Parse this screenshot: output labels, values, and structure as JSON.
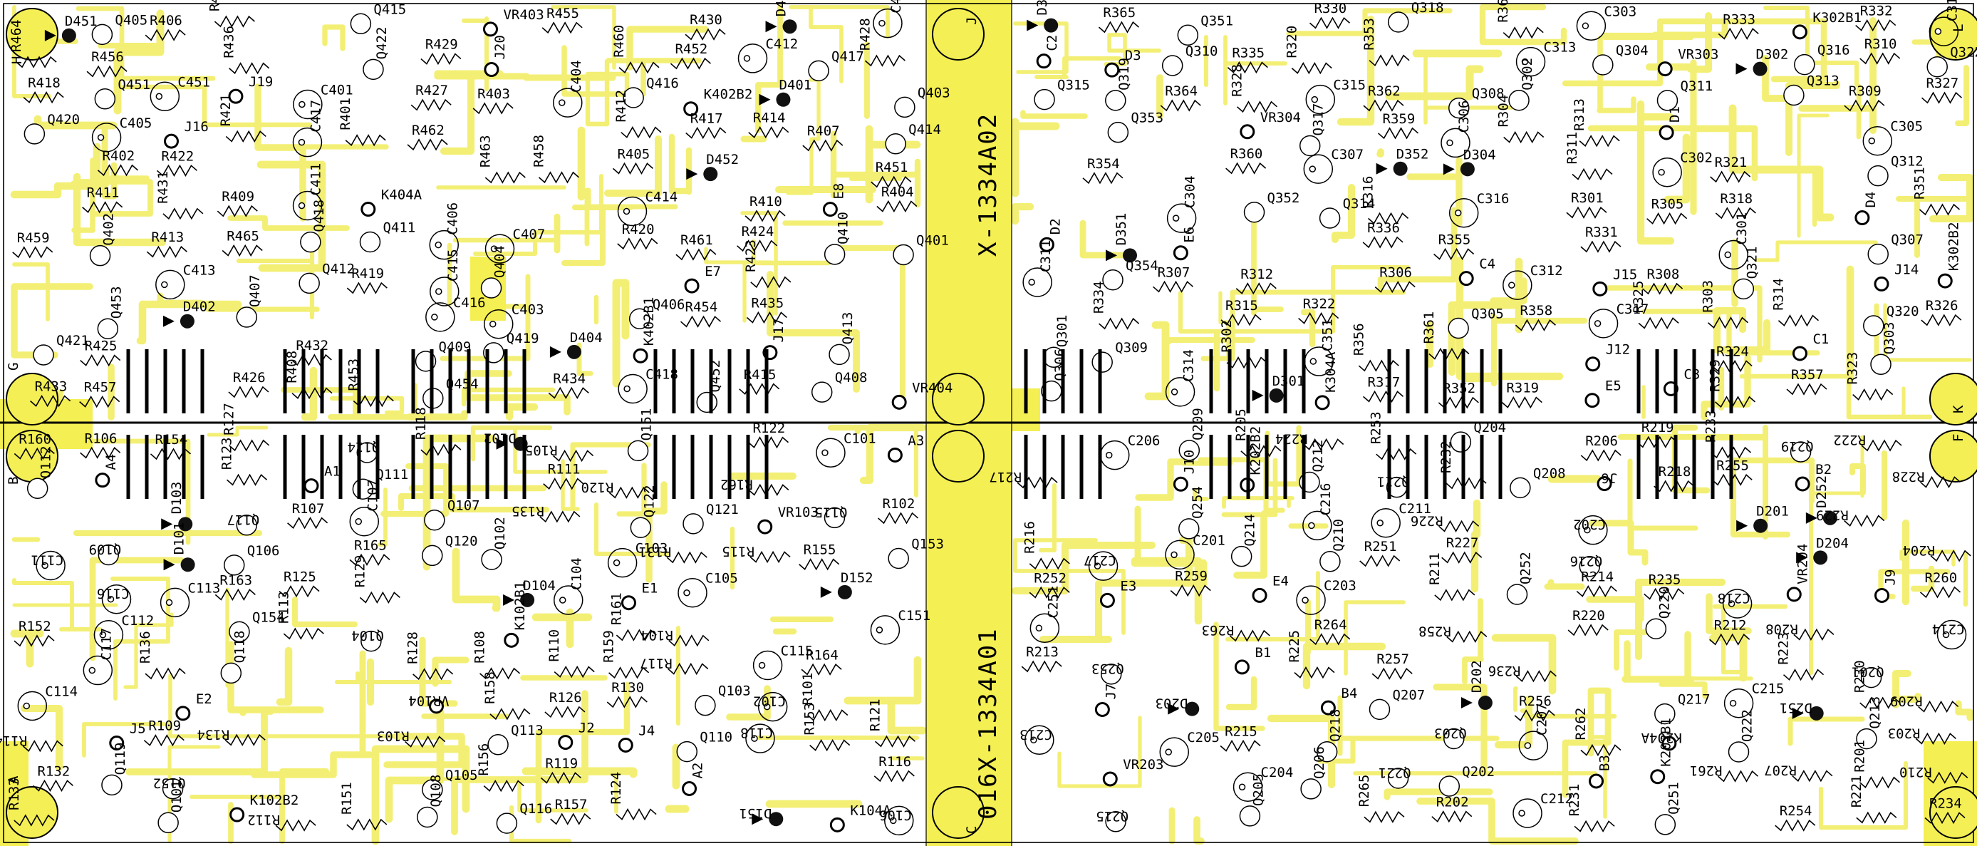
{
  "board": {
    "id_top": "X-1334A02",
    "id_bottom": "016X-1334A01",
    "colors": {
      "background": "#ffffff",
      "copper": "#f3ef74",
      "copper_fill": "#f4ef52",
      "silk": "#000000"
    }
  },
  "corner_letters": [
    "H",
    "G",
    "B",
    "A",
    "J",
    "K",
    "F",
    "C",
    "L"
  ],
  "parts": {
    "q4": [
      "Q402",
      "Q406",
      "Q404",
      "Q408",
      "Q410",
      "Q412",
      "Q414",
      "Q416",
      "Q418",
      "Q420",
      "Q422",
      "Q401",
      "Q403",
      "Q405",
      "Q407",
      "Q409",
      "Q411",
      "Q413",
      "Q415",
      "Q417",
      "Q419",
      "Q421",
      "Q451",
      "Q452",
      "Q453",
      "Q454"
    ],
    "r4": [
      "R401",
      "R402",
      "R403",
      "R404",
      "R405",
      "R406",
      "R407",
      "R408",
      "R409",
      "R410",
      "R411",
      "R412",
      "R413",
      "R414",
      "R415",
      "R416",
      "R417",
      "R418",
      "R419",
      "R420",
      "R421",
      "R422",
      "R423",
      "R424",
      "R425",
      "R426",
      "R427",
      "R428",
      "R429",
      "R430",
      "R431",
      "R432",
      "R433",
      "R434",
      "R435",
      "R436",
      "R451",
      "R452",
      "R453",
      "R454",
      "R455",
      "R456",
      "R457",
      "R458",
      "R459",
      "R460",
      "R461",
      "R462",
      "R463",
      "R464",
      "R465"
    ],
    "c4": [
      "C401",
      "C402",
      "C403",
      "C404",
      "C405",
      "C406",
      "C407",
      "C411",
      "C412",
      "C413",
      "C414",
      "C415",
      "C416",
      "C417",
      "C418",
      "C451"
    ],
    "d4": [
      "D401",
      "D402",
      "D403",
      "D404",
      "D451",
      "D452"
    ],
    "misc4": [
      "VR403",
      "VR404",
      "K402B1",
      "K402B2",
      "K404A",
      "J16",
      "J17",
      "J19",
      "J20",
      "E7",
      "E8"
    ],
    "q3": [
      "Q302",
      "Q306",
      "Q304",
      "Q308",
      "Q310",
      "Q312",
      "Q314",
      "Q316",
      "Q318",
      "Q320",
      "Q322",
      "Q301",
      "Q303",
      "Q305",
      "Q307",
      "Q309",
      "Q311",
      "Q313",
      "Q315",
      "Q317",
      "Q319",
      "Q321",
      "Q351",
      "Q352",
      "Q353",
      "Q354"
    ],
    "r3": [
      "R301",
      "R302",
      "R303",
      "R304",
      "R305",
      "R306",
      "R307",
      "R308",
      "R309",
      "R310",
      "R311",
      "R312",
      "R313",
      "R314",
      "R315",
      "R316",
      "R317",
      "R318",
      "R319",
      "R320",
      "R321",
      "R322",
      "R323",
      "R324",
      "R325",
      "R326",
      "R327",
      "R328",
      "R329",
      "R330",
      "R331",
      "R332",
      "R333",
      "R334",
      "R335",
      "R336",
      "R351",
      "R352",
      "R353",
      "R354",
      "R355",
      "R356",
      "R357",
      "R358",
      "R359",
      "R360",
      "R361",
      "R362",
      "R363",
      "R364",
      "R365"
    ],
    "c3": [
      "C301",
      "C302",
      "C303",
      "C304",
      "C305",
      "C306",
      "C307",
      "C311",
      "C312",
      "C313",
      "C314",
      "C315",
      "C316",
      "C317",
      "C318",
      "C351"
    ],
    "d3": [
      "D301",
      "D302",
      "D303",
      "D304",
      "D351",
      "D352"
    ],
    "misc3": [
      "VR303",
      "VR304",
      "K302B1",
      "K302B2",
      "K304A",
      "J12",
      "J14",
      "J15",
      "E5",
      "E6",
      "C1",
      "C2",
      "C3",
      "C4",
      "D1",
      "D2",
      "D3",
      "D4"
    ],
    "q1": [
      "Q101",
      "Q103",
      "Q105",
      "Q107",
      "Q109",
      "Q111",
      "Q113",
      "Q115",
      "Q117",
      "Q119",
      "Q121",
      "Q102",
      "Q104",
      "Q106",
      "Q108",
      "Q110",
      "Q112",
      "Q114",
      "Q116",
      "Q118",
      "Q120",
      "Q122",
      "Q151",
      "Q152",
      "Q153",
      "Q154"
    ],
    "r1": [
      "R101",
      "R102",
      "R103",
      "R104",
      "R105",
      "R106",
      "R107",
      "R108",
      "R109",
      "R110",
      "R111",
      "R112",
      "R113",
      "R114",
      "R115",
      "R116",
      "R117",
      "R118",
      "R119",
      "R120",
      "R121",
      "R122",
      "R123",
      "R124",
      "R125",
      "R126",
      "R127",
      "R128",
      "R129",
      "R130",
      "R131",
      "R132",
      "R133",
      "R134",
      "R135",
      "R136",
      "R151",
      "R152",
      "R153",
      "R154",
      "R155",
      "R156",
      "R157",
      "R158",
      "R159",
      "R160",
      "R161",
      "R162",
      "R163",
      "R164",
      "R165"
    ],
    "c1": [
      "C101",
      "C102",
      "C103",
      "C104",
      "C105",
      "C106",
      "C107",
      "C111",
      "C112",
      "C113",
      "C114",
      "C115",
      "C116",
      "C117",
      "C118",
      "C151"
    ],
    "d1": [
      "D101",
      "D102",
      "D103",
      "D104",
      "D151",
      "D152"
    ],
    "misc1": [
      "VR103",
      "VR104",
      "K102B1",
      "K102B2",
      "K104A",
      "J2",
      "J4",
      "J5",
      "E1",
      "E2",
      "A1",
      "A2",
      "A3",
      "A4"
    ],
    "q2": [
      "Q201",
      "Q203",
      "Q205",
      "Q207",
      "Q209",
      "Q211",
      "Q213",
      "Q215",
      "Q217",
      "Q219",
      "Q221",
      "Q202",
      "Q204",
      "Q206",
      "Q208",
      "Q210",
      "Q212",
      "Q214",
      "Q216",
      "Q218",
      "Q220",
      "Q222",
      "Q251",
      "Q252",
      "Q253",
      "Q254"
    ],
    "r2": [
      "R201",
      "R202",
      "R203",
      "R204",
      "R205",
      "R206",
      "R207",
      "R208",
      "R209",
      "R210",
      "R211",
      "R212",
      "R213",
      "R214",
      "R215",
      "R216",
      "R217",
      "R218",
      "R219",
      "R220",
      "R221",
      "R222",
      "R223",
      "R224",
      "R225",
      "R226",
      "R227",
      "R228",
      "R229",
      "R230",
      "R231",
      "R232",
      "R233",
      "R234",
      "R235",
      "R236",
      "R251",
      "R252",
      "R253",
      "R254",
      "R255",
      "R256",
      "R257",
      "R258",
      "R259",
      "R260",
      "R261",
      "R262",
      "R263",
      "R264",
      "R265"
    ],
    "c2": [
      "C201",
      "C202",
      "C203",
      "C204",
      "C205",
      "C206",
      "C207",
      "C211",
      "C212",
      "C213",
      "C214",
      "C215",
      "C216",
      "C217",
      "C218",
      "C251"
    ],
    "d2": [
      "D201",
      "D202",
      "D203",
      "D204",
      "D251",
      "D252"
    ],
    "misc2": [
      "VR203",
      "VR204",
      "K202B1",
      "K202B2",
      "K204A",
      "J6",
      "J7",
      "J9",
      "J10",
      "E3",
      "E4",
      "B1",
      "B2",
      "B3",
      "B4"
    ]
  }
}
